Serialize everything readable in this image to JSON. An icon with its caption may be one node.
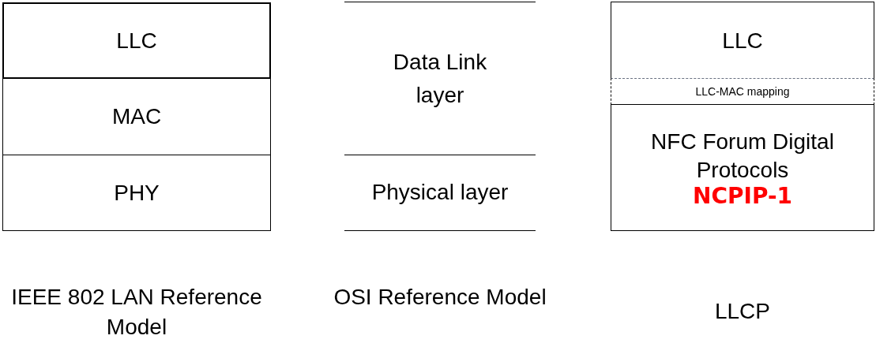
{
  "diagram": {
    "nodes": [
      {
        "text": [
          "LLC"
        ]
      },
      {
        "text": [
          "MAC"
        ]
      },
      {
        "text": [
          "PHY"
        ]
      },
      {
        "text": [
          "Data Link layer"
        ]
      },
      {
        "text": [
          "Physical layer"
        ]
      },
      {
        "text": [
          "LLC"
        ]
      },
      {
        "text": [
          "LLC-MAC mapping"
        ]
      },
      {
        "text": [
          "NFC Forum Digital Protocols",
          "NCPIP-1"
        ]
      }
    ],
    "labels": [
      "IEEE 802 LAN Reference Model",
      "OSI Reference Model",
      "LLCP"
    ]
  }
}
